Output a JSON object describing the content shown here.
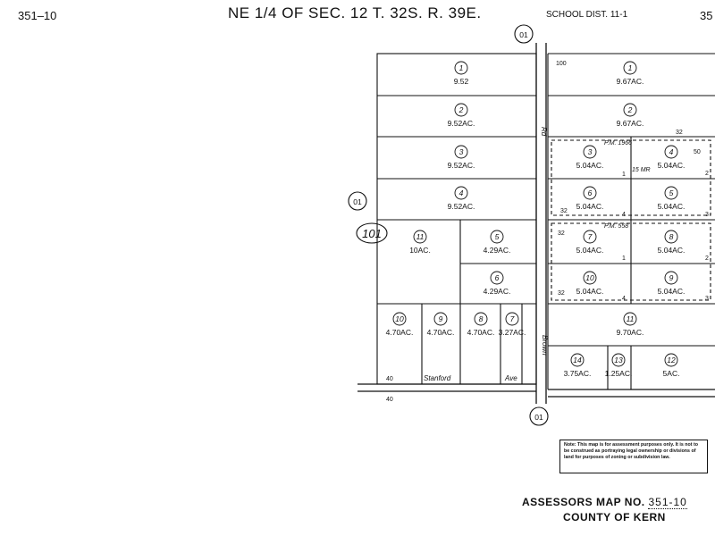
{
  "header": {
    "map_no_left": "351–10",
    "title": "NE 1/4 OF SEC. 12 T. 32S. R. 39E.",
    "school_dist": "SCHOOL DIST. 11-1",
    "map_no_right": "35"
  },
  "book_pages": {
    "top": "01",
    "left": "01",
    "bottom": "01",
    "block": "101"
  },
  "streets": {
    "brown": "Brown",
    "rd": "Rd",
    "stanford": "Stanford",
    "ave": "Ave",
    "dim_40_a": "40",
    "dim_40_b": "40",
    "dim_100": "100"
  },
  "parcels_left": [
    {
      "num": "1",
      "area": "9.52"
    },
    {
      "num": "2",
      "area": "9.52AC."
    },
    {
      "num": "3",
      "area": "9.52AC."
    },
    {
      "num": "4",
      "area": "9.52AC."
    },
    {
      "num": "11",
      "area": "10AC."
    },
    {
      "num": "5",
      "area": "4.29AC."
    },
    {
      "num": "6",
      "area": "4.29AC."
    },
    {
      "num": "10",
      "area": "4.70AC."
    },
    {
      "num": "9",
      "area": "4.70AC."
    },
    {
      "num": "8",
      "area": "4.70AC."
    },
    {
      "num": "7",
      "area": "3.27AC."
    }
  ],
  "parcels_right": [
    {
      "num": "1",
      "area": "9.67AC."
    },
    {
      "num": "2",
      "area": "9.67AC."
    },
    {
      "num": "3",
      "area": "5.04AC."
    },
    {
      "num": "4",
      "area": "5.04AC."
    },
    {
      "num": "6",
      "area": "5.04AC."
    },
    {
      "num": "5",
      "area": "5.04AC."
    },
    {
      "num": "7",
      "area": "5.04AC."
    },
    {
      "num": "8",
      "area": "5.04AC."
    },
    {
      "num": "10",
      "area": "5.04AC."
    },
    {
      "num": "9",
      "area": "5.04AC."
    },
    {
      "num": "11",
      "area": "9.70AC."
    },
    {
      "num": "14",
      "area": "3.75AC."
    },
    {
      "num": "13",
      "area": "1.25AC."
    },
    {
      "num": "12",
      "area": "5AC."
    }
  ],
  "parcel_maps": {
    "pm1": "P.M. 1966",
    "pm1_mr": "15 MR",
    "pm2": "P.M. 558"
  },
  "pm_edge_marks": [
    "32",
    "50",
    "32",
    "32",
    "32",
    "1",
    "2",
    "3",
    "4",
    "1",
    "2",
    "3",
    "4"
  ],
  "note": "Note: This map is for assessment purposes only. It is not to be construed as portraying legal ownership or divisions of land for purposes of zoning or subdivision law.",
  "footer": {
    "label": "ASSESSORS MAP NO.",
    "map_no": "351-10",
    "county": "COUNTY OF KERN"
  }
}
